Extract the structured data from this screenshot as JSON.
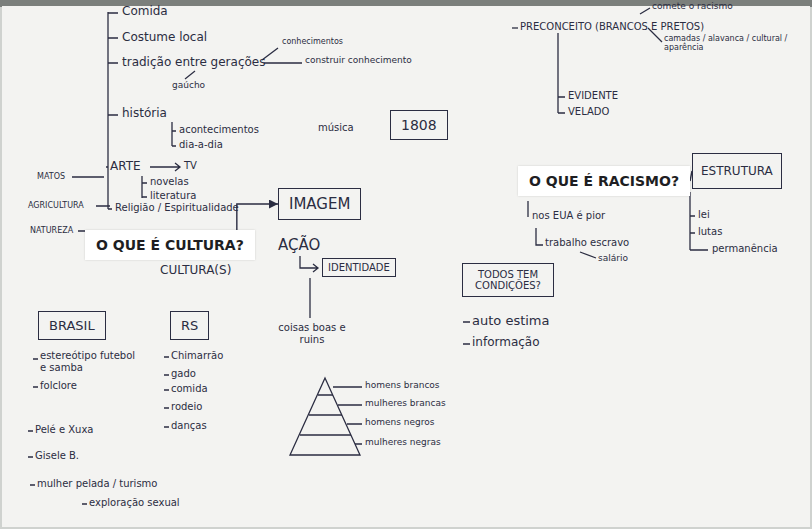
{
  "diagram": {
    "nodes": [
      {
        "text": [
          "O QUE É CULTURA?"
        ]
      },
      {
        "text": [
          "1808"
        ]
      },
      {
        "text": [
          "IMAGEM"
        ]
      },
      {
        "text": [
          "IDENTIDADE"
        ]
      },
      {
        "text": [
          "BRASIL"
        ]
      },
      {
        "text": [
          "RS"
        ]
      },
      {
        "text": [
          "O QUE É RACISMO?"
        ]
      },
      {
        "text": [
          "ESTRUTURA"
        ]
      },
      {
        "text": [
          "TODOS TEM CONDIÇÕES?"
        ]
      }
    ],
    "edges": [
      {
        "from": 0,
        "to": 2,
        "arrow": "to"
      },
      {
        "from": 6,
        "to": 7,
        "arrow": "none"
      }
    ],
    "labels": [
      "Comida",
      "Costume local",
      "tradição entre gerações",
      "conhecimentos",
      "construir conhecimento",
      "gaúcho",
      "história",
      "acontecimentos",
      "dia-a-dia",
      "música",
      "ARTE",
      "TV",
      "novelas",
      "literatura",
      "Religião / Espiritualidade",
      "MATOS",
      "AGRICULTURA",
      "NATUREZA",
      "AÇÃO",
      "CULTURA(S)",
      "coisas boas e ruins",
      "estereótipo futebol e samba",
      "folclore",
      "Pelé e Xuxa",
      "Gisele B.",
      "mulher pelada / turismo",
      "exploração sexual",
      "Chimarrão",
      "gado",
      "comida",
      "rodeio",
      "danças",
      "homens brancos",
      "mulheres brancas",
      "homens negros",
      "mulheres negras",
      "comete o racismo",
      "PRECONCEITO (BRANCOS E PRETOS)",
      "camadas / alavanca / cultural / aparência",
      "EVIDENTE",
      "VELADO",
      "nos EUA é pior",
      "trabalho escravo",
      "salário",
      "lei",
      "lutas",
      "permanência",
      "auto estima",
      "informação"
    ]
  }
}
